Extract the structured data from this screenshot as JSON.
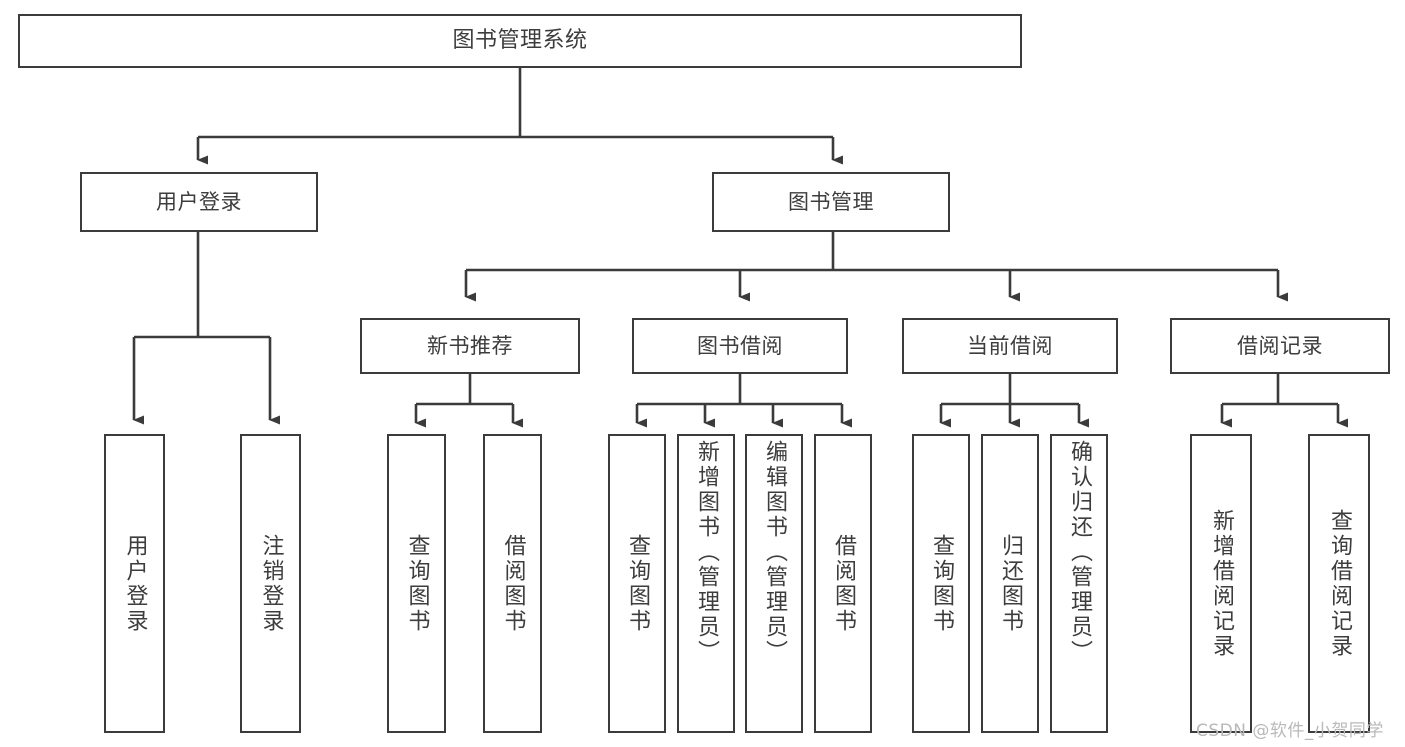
{
  "diagram": {
    "title": "图书管理系统",
    "type": "tree-hierarchy-chart",
    "watermark": "CSDN @软件_小贺同学",
    "colors": {
      "border": "#3b3b3b",
      "text": "#3d3d3d",
      "background": "#ffffff",
      "watermark": "#b9b9b9"
    },
    "root": {
      "label": "图书管理系统"
    },
    "level2": [
      {
        "label": "用户登录"
      },
      {
        "label": "图书管理"
      }
    ],
    "level3": [
      {
        "label": "新书推荐"
      },
      {
        "label": "图书借阅"
      },
      {
        "label": "当前借阅"
      },
      {
        "label": "借阅记录"
      }
    ],
    "leaves": {
      "user_login": [
        {
          "label": "用户登录"
        },
        {
          "label": "注销登录"
        }
      ],
      "new_book_recommend": [
        {
          "label": "查询图书"
        },
        {
          "label": "借阅图书"
        }
      ],
      "book_borrow": [
        {
          "label": "查询图书"
        },
        {
          "label": "新增图书（管理员）"
        },
        {
          "label": "编辑图书（管理员）"
        },
        {
          "label": "借阅图书"
        }
      ],
      "current_borrow": [
        {
          "label": "查询图书"
        },
        {
          "label": "归还图书"
        },
        {
          "label": "确认归还（管理员）"
        }
      ],
      "borrow_record": [
        {
          "label": "新增借阅记录"
        },
        {
          "label": "查询借阅记录"
        }
      ]
    }
  }
}
